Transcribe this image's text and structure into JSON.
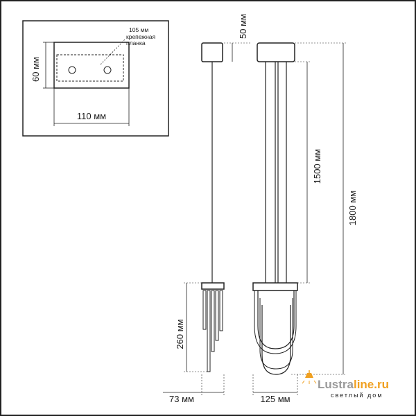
{
  "mount_detail": {
    "label_width_plate": "105 мм",
    "label_plate_line1": "крепежная",
    "label_plate_line2": "планка",
    "label_height": "60 мм",
    "label_width": "110 мм"
  },
  "dimensions": {
    "canopy_height": "50 мм",
    "cable_length": "1500 мм",
    "total_height": "1800 мм",
    "shade_height": "260 мм",
    "side_width": "73 мм",
    "front_width": "125 мм"
  },
  "logo": {
    "name_part1": "Lustra",
    "name_part2": "line.ru",
    "tagline": "светлый дом",
    "accent_color": "#f0a020",
    "text_color": "#9a9a9a"
  }
}
